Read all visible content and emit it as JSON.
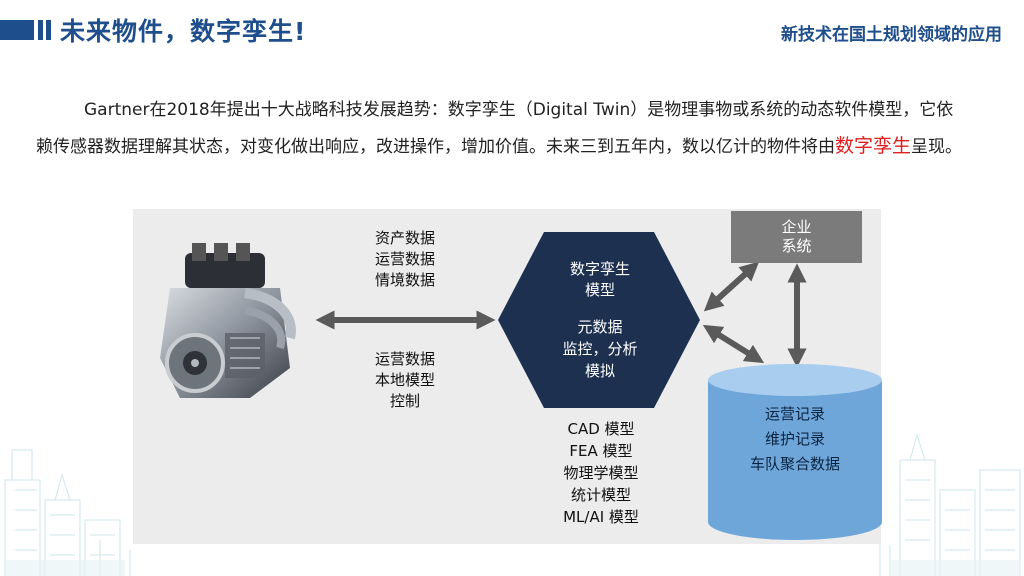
{
  "header": {
    "title": "未来物件，数字孪生!",
    "subtitle": "新技术在国土规划领域的应用",
    "accent_color": "#1f4e8c"
  },
  "intro": {
    "text_before": "Gartner在2018年提出十大战略科技发展趋势：数字孪生（Digital Twin）是物理事物或系统的动态软件模型，它依赖传感器数据理解其状态，对变化做出响应，改进操作，增加价值。未来三到五年内，数以亿计的物件将由",
    "highlight": "数字孪生",
    "text_after": "呈现。",
    "highlight_color": "#e01e1e"
  },
  "diagram": {
    "engine_icon": "engine-image",
    "top_labels": [
      "资产数据",
      "运营数据",
      "情境数据"
    ],
    "bottom_labels": [
      "运营数据",
      "本地模型",
      "控制"
    ],
    "hexagon": {
      "title_lines": [
        "数字孪生",
        "模型"
      ],
      "body_lines": [
        "元数据",
        "监控，分析",
        "模拟"
      ],
      "color": "#1e3050"
    },
    "models": [
      "CAD 模型",
      "FEA 模型",
      "物理学模型",
      "统计模型",
      "ML/AI 模型"
    ],
    "enterprise_lines": [
      "企业",
      "系统"
    ],
    "database_lines": [
      "运营记录",
      "维护记录",
      "车队聚合数据"
    ],
    "database_color": "#6fa6da",
    "arrow_color": "#5a5a5a"
  }
}
